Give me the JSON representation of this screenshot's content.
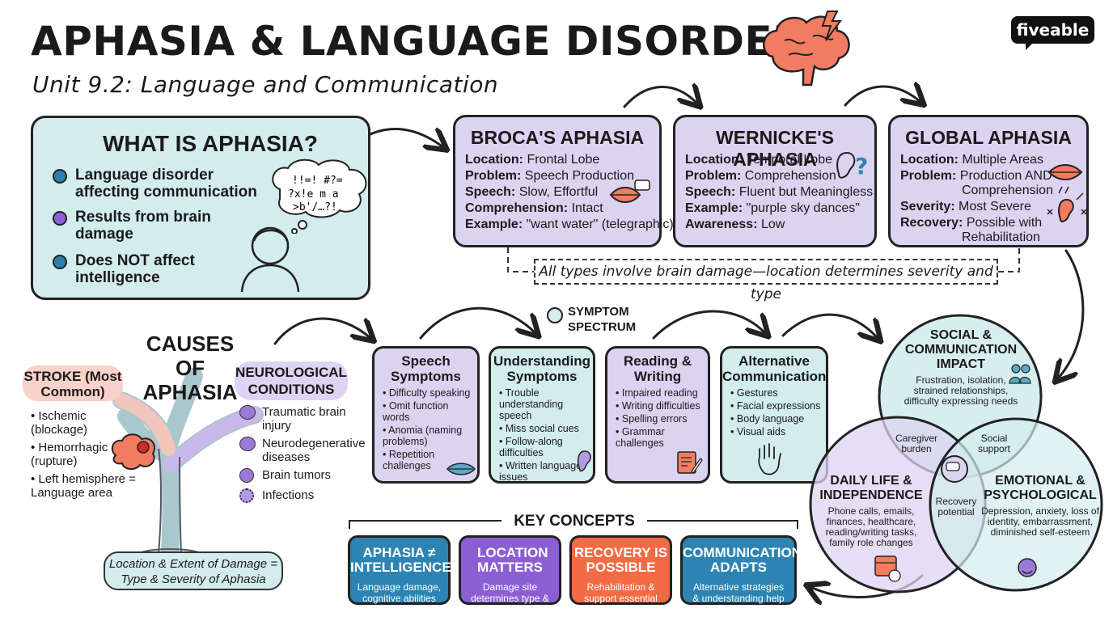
{
  "header": {
    "title": "APHASIA & LANGUAGE DISORDERS",
    "subtitle": "Unit 9.2: Language and Communication",
    "logo": "fiveable"
  },
  "what_is": {
    "title": "WHAT IS APHASIA?",
    "bullets": [
      {
        "text": "Language disorder affecting communication",
        "color": "#2d7fb0"
      },
      {
        "text": "Results from brain damage",
        "color": "#8e62d6"
      },
      {
        "text": "Does NOT affect intelligence",
        "color": "#2d7fb0"
      }
    ],
    "thought_symbols": [
      "!!=! #?=",
      "?x!e m a",
      ">b'/…?!"
    ]
  },
  "types": [
    {
      "title": "BROCA'S APHASIA",
      "lines": [
        {
          "label": "Location:",
          "value": "Frontal Lobe"
        },
        {
          "label": "Problem:",
          "value": "Speech Production"
        },
        {
          "label": "Speech:",
          "value": "Slow, Effortful"
        },
        {
          "label": "Comprehension:",
          "value": "Intact"
        },
        {
          "label": "Example:",
          "value": "\"want water\" (telegraphic)"
        }
      ],
      "icon": "mouth-speech-icon"
    },
    {
      "title": "WERNICKE'S APHASIA",
      "lines": [
        {
          "label": "Location:",
          "value": "Temporal Lobe"
        },
        {
          "label": "Problem:",
          "value": "Comprehension"
        },
        {
          "label": "Speech:",
          "value": "Fluent but Meaningless"
        },
        {
          "label": "Example:",
          "value": "\"purple sky dances\""
        },
        {
          "label": "Awareness:",
          "value": "Low"
        }
      ],
      "icon": "ear-question-icon"
    },
    {
      "title": "GLOBAL APHASIA",
      "lines": [
        {
          "label": "Location:",
          "value": "Multiple Areas"
        },
        {
          "label": "Problem:",
          "value": "Production AND"
        },
        {
          "label": "",
          "value": "Comprehension"
        },
        {
          "label": "Severity:",
          "value": "Most Severe"
        },
        {
          "label": "Recovery:",
          "value": "Possible with"
        },
        {
          "label": "",
          "value": "Rehabilitation"
        }
      ],
      "icon": "mouth-ear-icon"
    }
  ],
  "note": "All types involve brain damage—location determines severity and type",
  "causes": {
    "title": "CAUSES OF APHASIA",
    "stroke_label": "STROKE (Most Common)",
    "stroke_items": [
      "Ischemic (blockage)",
      "Hemorrhagic (rupture)",
      "Left hemisphere = Language area"
    ],
    "neuro_label": "NEUROLOGICAL CONDITIONS",
    "neuro_items": [
      "Traumatic brain injury",
      "Neurodegenerative diseases",
      "Brain tumors",
      "Infections"
    ],
    "caption": "Location & Extent of Damage = Type & Severity of Aphasia"
  },
  "symptoms": {
    "label": "SYMPTOM SPECTRUM",
    "cards": [
      {
        "title": "Speech Symptoms",
        "items": [
          "Difficulty speaking",
          "Omit function words",
          "Anomia (naming problems)",
          "Repetition challenges"
        ],
        "color": "#dcd3f1"
      },
      {
        "title": "Understanding Symptoms",
        "items": [
          "Trouble understanding speech",
          "Miss social cues",
          "Follow-along difficulties",
          "Written language issues"
        ],
        "color": "#d3ecec"
      },
      {
        "title": "Reading & Writing",
        "items": [
          "Impaired reading",
          "Writing difficulties",
          "Spelling errors",
          "Grammar challenges"
        ],
        "color": "#dcd3f1"
      },
      {
        "title": "Alternative Communication",
        "items": [
          "Gestures",
          "Facial expressions",
          "Body language",
          "Visual aids"
        ],
        "color": "#d3ecec"
      }
    ]
  },
  "key_concepts": {
    "title": "KEY CONCEPTS",
    "cards": [
      {
        "title": "APHASIA ≠ INTELLIGENCE",
        "desc": "Language damage, cognitive abilities intact",
        "color": "#2d84b2"
      },
      {
        "title": "LOCATION MATTERS",
        "desc": "Damage site determines type & severity",
        "color": "#8b5fd3"
      },
      {
        "title": "RECOVERY IS POSSIBLE",
        "desc": "Rehabilitation & support essential",
        "color": "#f26b45"
      },
      {
        "title": "COMMUNICATION ADAPTS",
        "desc": "Alternative strategies & understanding help",
        "color": "#2d84b2"
      }
    ]
  },
  "impact": {
    "social": {
      "title": "SOCIAL & COMMUNICATION IMPACT",
      "desc": "Frustration, isolation, strained relationships, difficulty expressing needs"
    },
    "daily": {
      "title": "DAILY LIFE & INDEPENDENCE",
      "desc": "Phone calls, emails, finances, healthcare, reading/writing tasks, family role changes"
    },
    "emotional": {
      "title": "EMOTIONAL & PSYCHOLOGICAL",
      "desc": "Depression, anxiety, loss of identity, embarrassment, diminished self-esteem"
    },
    "overlaps": {
      "caregiver": "Caregiver burden",
      "social_support": "Social support",
      "recovery": "Recovery potential"
    }
  }
}
